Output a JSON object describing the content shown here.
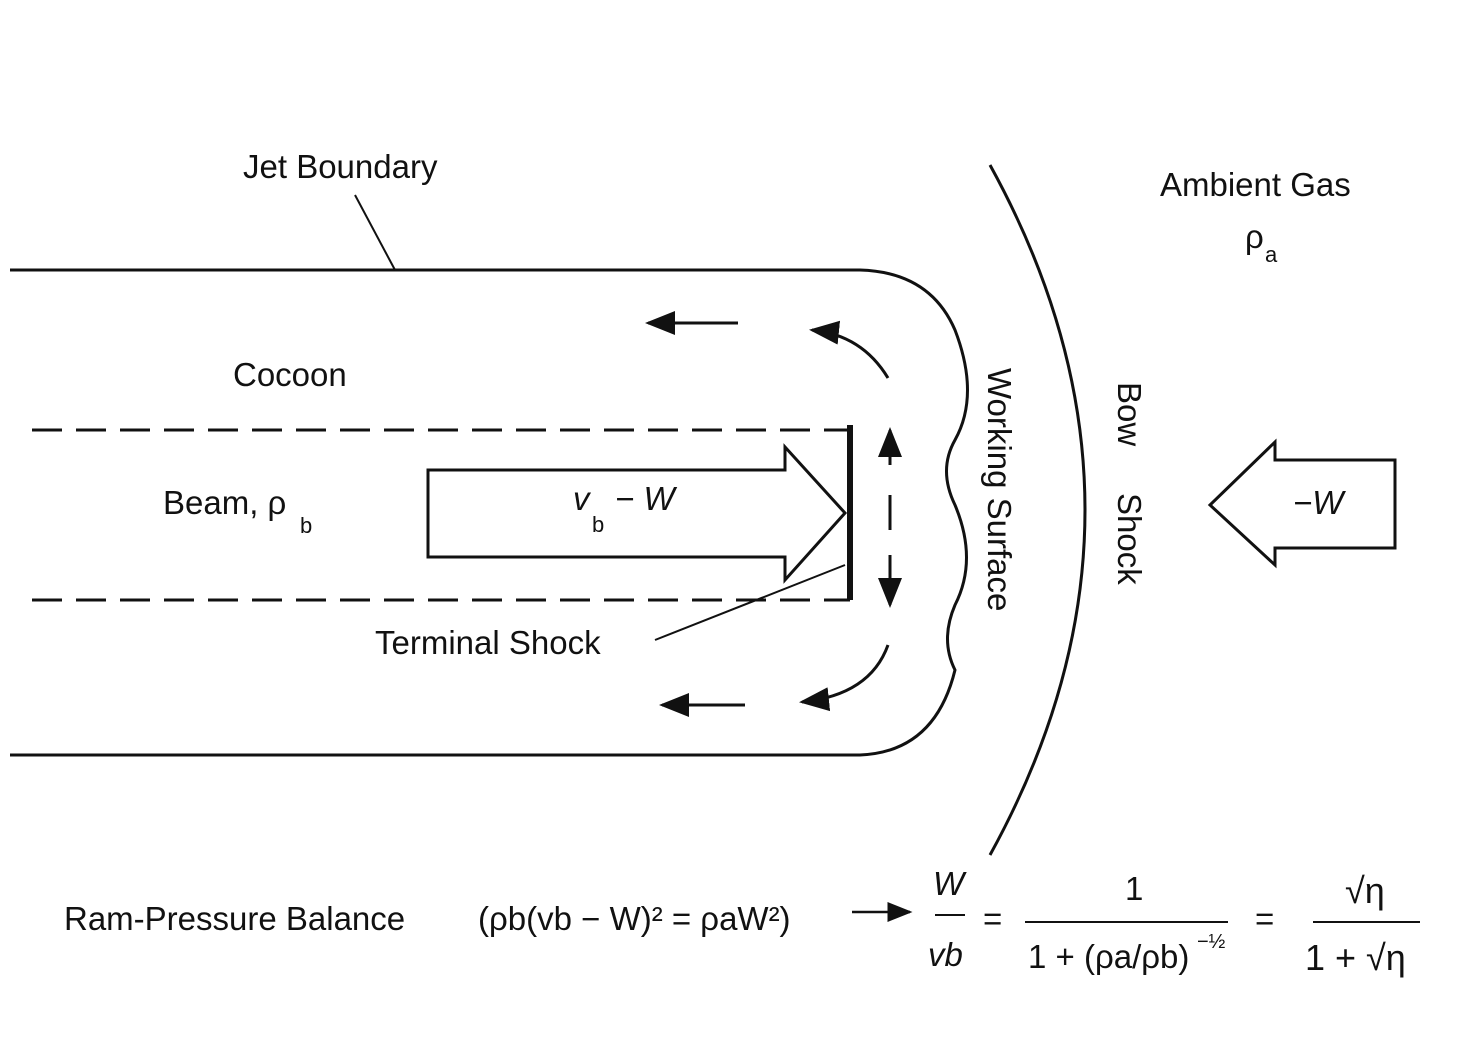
{
  "labels": {
    "jet_boundary": "Jet Boundary",
    "ambient_gas": "Ambient Gas",
    "ambient_rho": "ρ",
    "ambient_rho_sub": "a",
    "cocoon": "Cocoon",
    "beam": "Beam, ρ",
    "beam_sub": "b",
    "beam_velocity_v": "v",
    "beam_velocity_sub": "b",
    "beam_velocity_rest": "− W",
    "terminal_shock": "Terminal Shock",
    "working_surface": "Working Surface",
    "bow": "Bow",
    "shock": "Shock",
    "ambient_velocity": "−W"
  },
  "equation": {
    "title": "Ram-Pressure Balance",
    "balance": "(ρb(vb − W)² = ρaW²)",
    "lhs_num": "W",
    "lhs_den": "vb",
    "equals": "=",
    "mid_num": "1",
    "mid_den": "1 + (ρa/ρb)",
    "mid_den_exp": "−½",
    "rhs_num": "√η",
    "rhs_den": "1 + √η"
  }
}
